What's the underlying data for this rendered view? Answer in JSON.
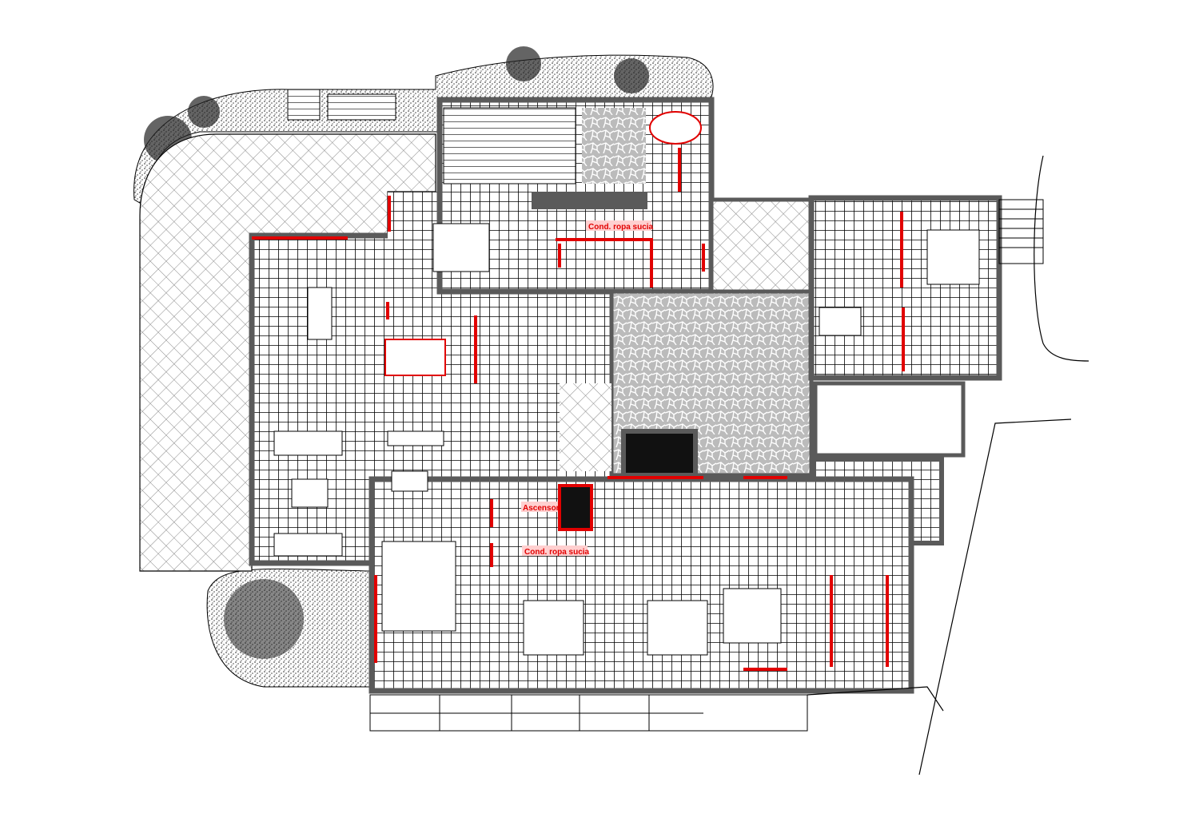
{
  "plan": {
    "labels": {
      "laundry_chute_top": "Cond. ropa sucia",
      "elevator": "Ascensor",
      "laundry_chute_bottom": "Cond. ropa sucia"
    },
    "colors": {
      "wall": "#5a5a5a",
      "accent": "#e10000",
      "tile_line": "#000000",
      "background": "#ffffff"
    }
  }
}
